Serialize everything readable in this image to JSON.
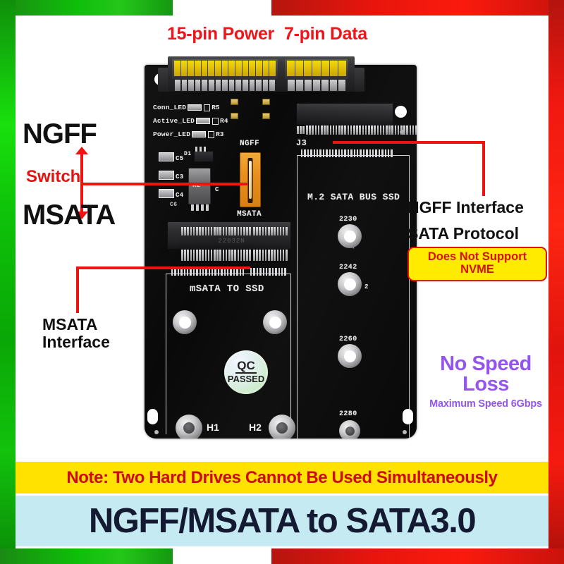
{
  "frame": {
    "accent_green": "#0fbf0a",
    "accent_red": "#fb1a0d"
  },
  "header_callouts": {
    "power_label": "15-pin Power",
    "data_label": "7-pin Data",
    "color": "#f0151a"
  },
  "left_annotations": {
    "ngff_label": "NGFF",
    "switch_label": "Switch",
    "msata_label": "MSATA",
    "switch_label_color": "#e8110f",
    "msata_interface_line1": "MSATA",
    "msata_interface_line2": "Interface"
  },
  "right_annotations": {
    "ngff_interface": "NGFF Interface",
    "sata_protocol": "SATA Protocol",
    "nvme_warning_line1": "Does Not Support",
    "nvme_warning_line2": "NVME",
    "nvme_box_fill": "#ffeb00",
    "nvme_box_border": "#e2110c",
    "nvme_text_color": "#d6100b",
    "speed_line1": "No Speed",
    "speed_line2": "Loss",
    "speed_sub": "Maximum Speed 6Gbps",
    "speed_color": "#9355ee"
  },
  "board": {
    "color": "#090909",
    "led_rows": [
      {
        "name": "Conn_LED",
        "ref": "R5"
      },
      {
        "name": "Active_LED",
        "ref": "R4"
      },
      {
        "name": "Power_LED",
        "ref": "R3"
      }
    ],
    "switch": {
      "top_label": "NGFF",
      "bottom_label": "MSATA",
      "body_color": "#e98f1c"
    },
    "components": [
      {
        "ref": "C5"
      },
      {
        "ref": "C3"
      },
      {
        "ref": "C4"
      },
      {
        "ref": "C6"
      },
      {
        "ref": "R2"
      },
      {
        "ref": "D1"
      },
      {
        "ref": "C"
      }
    ],
    "msata_silk": "mSATA TO SSD",
    "msata_socket_code": "22032N",
    "m2_silk": "M.2 SATA BUS SSD",
    "m2_connector_ref": "J3",
    "m2_arrow": "↑",
    "m2_lengths": [
      "2230",
      "2242",
      "2260",
      "2280"
    ],
    "m2_extra_mark": "2",
    "screw_labels": [
      "H1",
      "H2"
    ],
    "qc_sticker": {
      "top": "QC",
      "bottom": "PASSED"
    }
  },
  "banners": {
    "note": "Note: Two Hard Drives Cannot Be Used Simultaneously",
    "note_fill": "#ffe200",
    "note_color": "#cc0b12",
    "title": "NGFF/MSATA to SATA3.0",
    "title_fill": "#c5eaf1",
    "title_color": "#131a31"
  }
}
